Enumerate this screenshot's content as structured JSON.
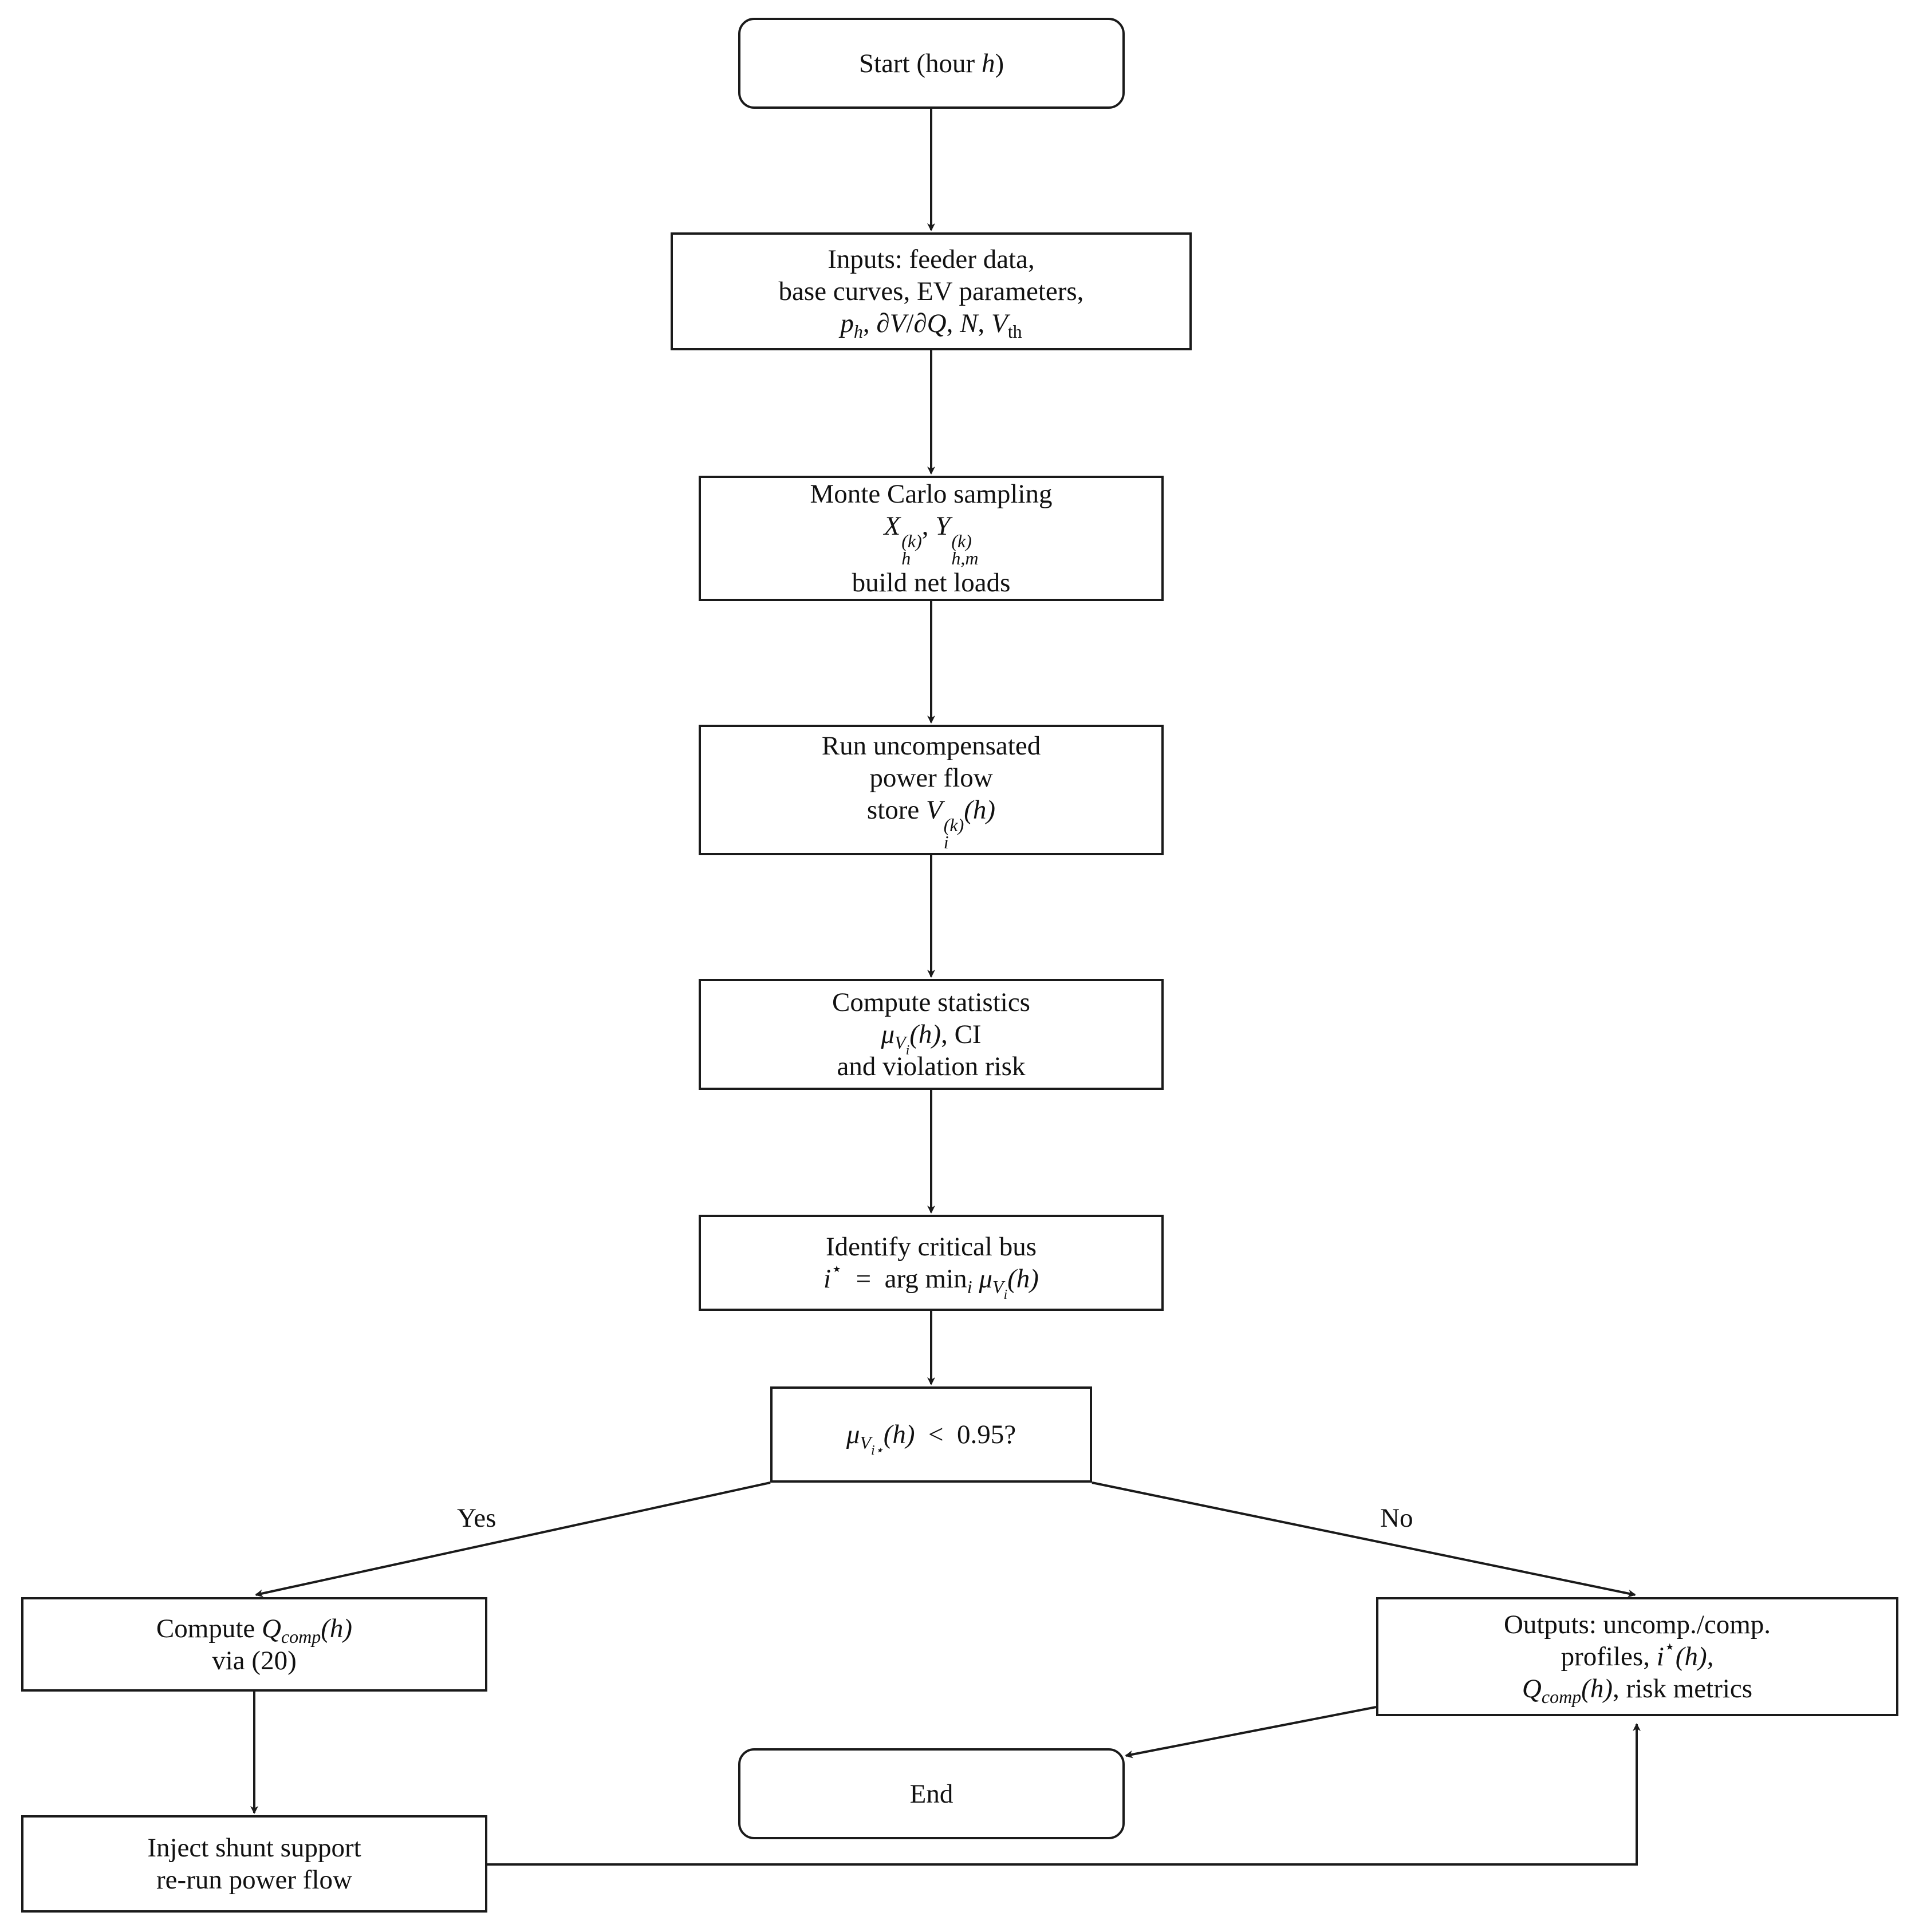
{
  "nodes": {
    "start": {
      "text": "Start (hour ",
      "var": "h",
      "close": ")"
    },
    "inputs": {
      "line1": "Inputs: feeder data,",
      "line2": "base curves, EV parameters,",
      "line3": {
        "p": "p",
        "p_sub": "h",
        "sep1": ", ∂",
        "v": "V",
        "slash": "/∂",
        "q": "Q",
        "sep2": ", ",
        "n": "N",
        "sep3": ", ",
        "vth": "V",
        "vth_sub": "th"
      }
    },
    "monte_carlo": {
      "line1": "Monte Carlo sampling",
      "line2": {
        "x": "X",
        "x_sup": "(k)",
        "x_sub": "h",
        "sep": ", ",
        "y": "Y",
        "y_sup": "(k)",
        "y_sub": "h,m"
      },
      "line3": "build net loads"
    },
    "run_pf": {
      "line1": "Run uncompensated",
      "line2": "power flow",
      "line3": {
        "store": "store ",
        "v": "V",
        "v_sup": "(k)",
        "v_sub": "i",
        "arg": "(h)"
      }
    },
    "stats": {
      "line1": "Compute statistics",
      "line2": {
        "mu": "μ",
        "mu_sub": "V",
        "mu_subsub": "i",
        "arg": "(h)",
        "rest": ", CI"
      },
      "line3": "and violation risk"
    },
    "critical": {
      "line1": "Identify critical bus",
      "line2": {
        "istar": "i",
        "star": "⋆",
        "eq": "  =  arg min",
        "min_sub": "i",
        "mu": " μ",
        "mu_sub": "V",
        "mu_subsub": "i",
        "arg": "(h)"
      }
    },
    "decision": {
      "mu": "μ",
      "mu_sub": "V",
      "mu_subsub": "i⋆",
      "arg": "(h)",
      "lt": "  <  0.95?"
    },
    "compute_q": {
      "line1": {
        "text": "Compute ",
        "q": "Q",
        "q_sub": "comp",
        "arg": "(h)"
      },
      "line2": "via (20)"
    },
    "inject": {
      "line1": "Inject shunt support",
      "line2": "re-run power flow"
    },
    "outputs": {
      "line1": "Outputs: uncomp./comp.",
      "line2": {
        "text": "profiles, ",
        "i": "i",
        "star": "⋆",
        "arg": "(h),",
        "end": ""
      },
      "line3": {
        "q": "Q",
        "q_sub": "comp",
        "arg": "(h)",
        "rest": ", risk metrics"
      }
    },
    "end": {
      "text": "End"
    }
  },
  "edge_labels": {
    "yes": "Yes",
    "no": "No"
  }
}
